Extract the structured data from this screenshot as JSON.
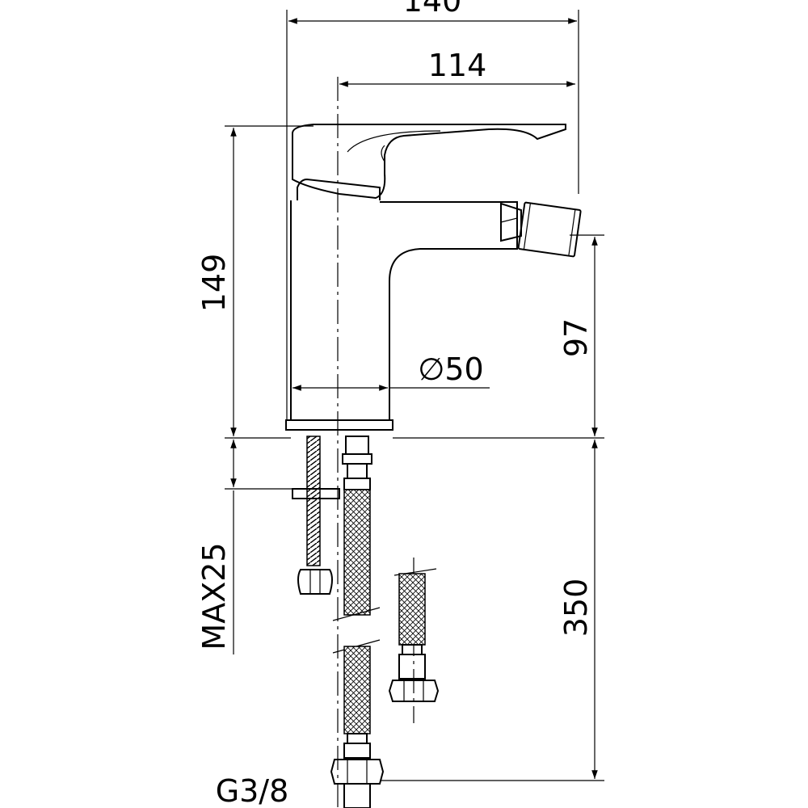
{
  "dimensions": {
    "overall_width": "140",
    "spout_reach": "114",
    "overall_height": "149",
    "spout_height": "97",
    "base_diameter": "∅50",
    "max_deck_thickness": "MAX25",
    "hose_length": "350",
    "thread_size": "G3/8"
  }
}
